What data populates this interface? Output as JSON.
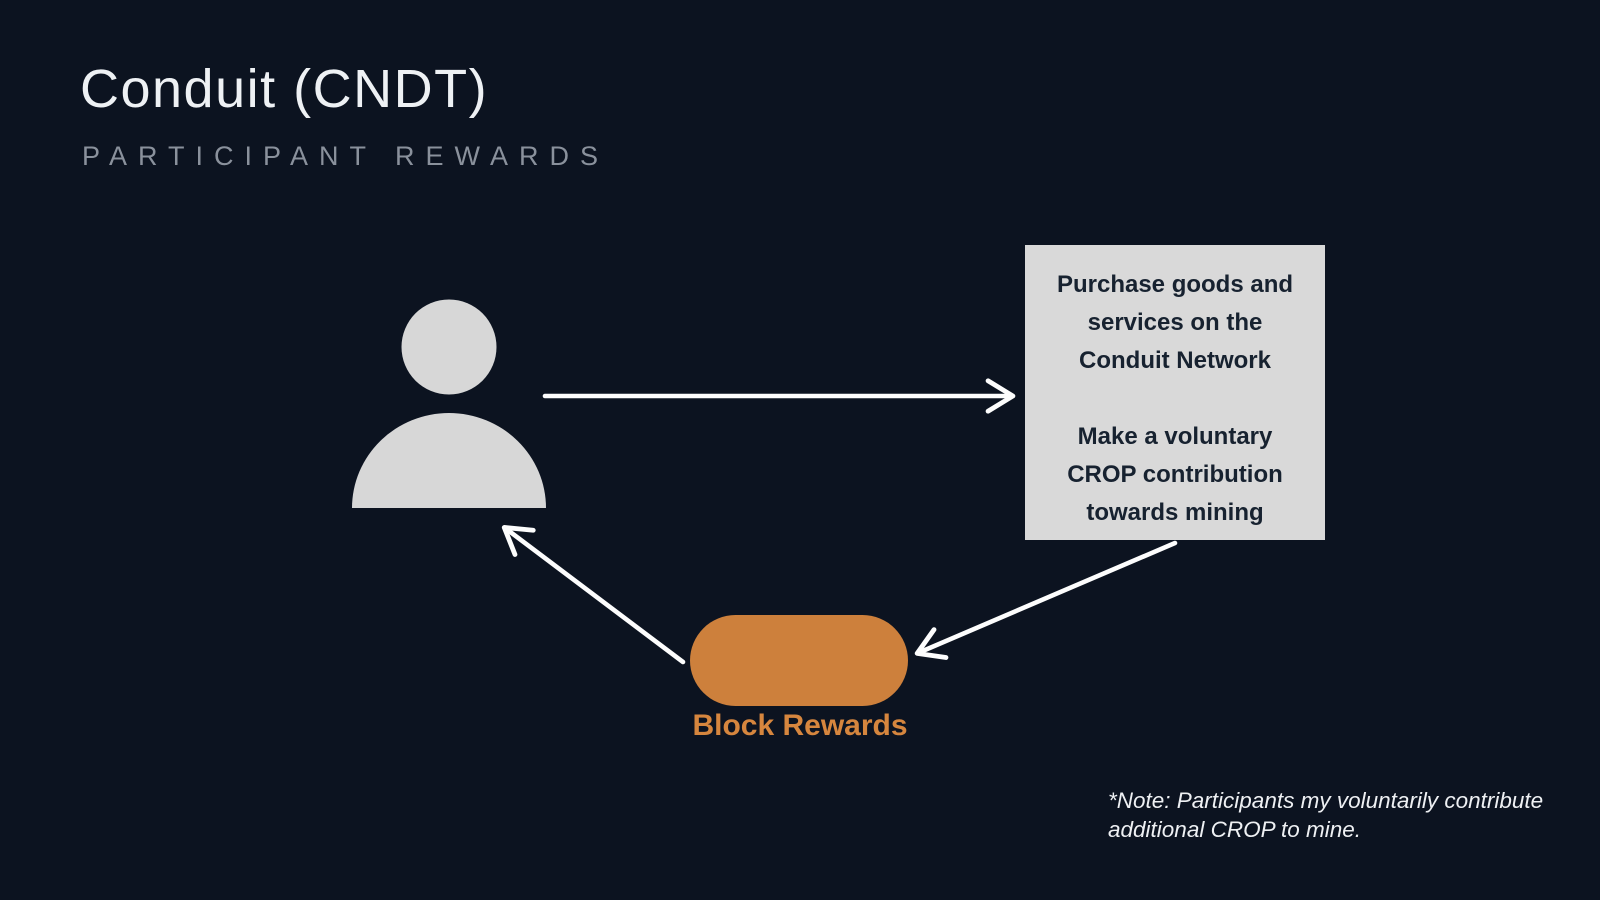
{
  "slide": {
    "title": "Conduit (CNDT)",
    "subtitle": "PARTICIPANT REWARDS"
  },
  "diagram": {
    "participant": {
      "icon": "person-icon"
    },
    "info_box": {
      "paragraph1_lines": [
        "Purchase goods and",
        "services on the",
        "Conduit Network"
      ],
      "paragraph2_lines": [
        "Make a voluntary",
        "CROP contribution",
        "towards mining"
      ]
    },
    "block_rewards": {
      "label": "Block Rewards"
    },
    "arrows": [
      {
        "name": "participant-to-infobox-arrow",
        "from": "participant",
        "to": "info-box"
      },
      {
        "name": "infobox-to-block-rewards-arrow",
        "from": "info-box",
        "to": "block-rewards-pill"
      },
      {
        "name": "block-rewards-to-participant-arrow",
        "from": "block-rewards-pill",
        "to": "participant"
      }
    ]
  },
  "footnote": {
    "line1": "*Note:  Participants my voluntarily contribute",
    "line2": "additional CROP to mine."
  },
  "colors": {
    "background": "#0c1320",
    "box_background": "#d9d9d9",
    "box_text": "#172230",
    "accent_orange": "#cd803c",
    "block_rewards_label": "#d6863e",
    "person_gray": "#d7d7d7",
    "title_white": "#eef1f4",
    "subtitle_gray": "#8a919c",
    "arrow_white": "#fdfdfd"
  }
}
